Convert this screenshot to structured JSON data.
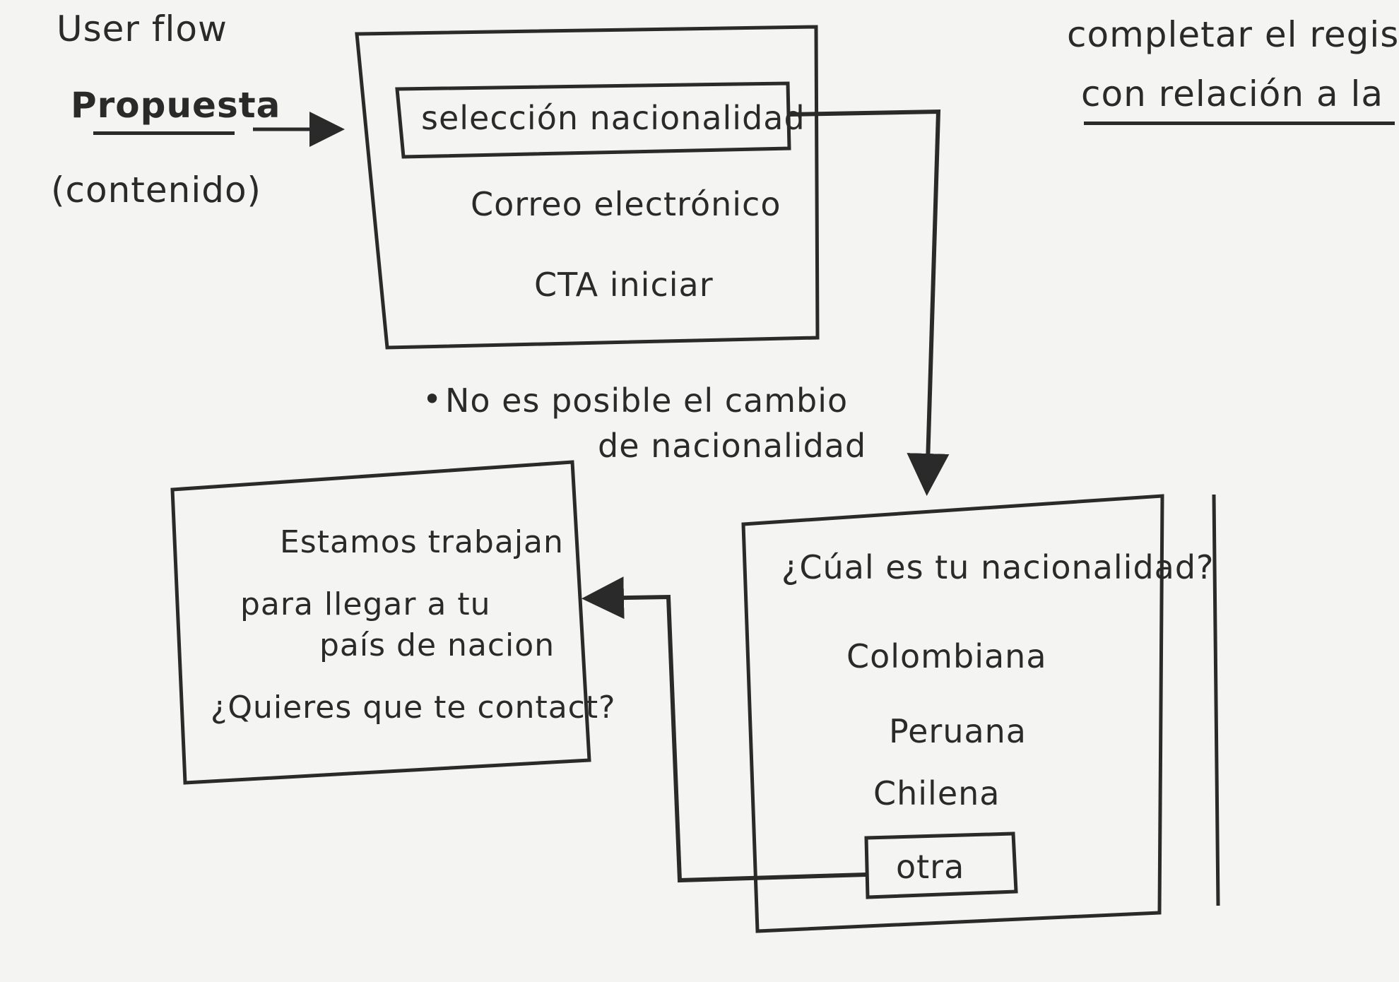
{
  "flow_title": {
    "line1": "User flow",
    "line2": "Propuesta",
    "line3": "(contenido)"
  },
  "top_right_note": {
    "line1": "completar el regist",
    "line2": "con relación a la"
  },
  "screen_start": {
    "field_nationality": "selección nacionalidad",
    "field_email": "Correo electrónico",
    "cta": "CTA iniciar"
  },
  "note_below_start": {
    "bullet": "•",
    "line1": "No es posible el cambio",
    "line2": "de nacionalidad"
  },
  "screen_nationality": {
    "question": "¿Cúal es tu nacionalidad?",
    "options": [
      "Colombiana",
      "Peruana",
      "Chilena"
    ],
    "other_option": "otra"
  },
  "screen_message": {
    "line1": "Estamos trabajan",
    "line2": "para llegar a tu",
    "line3": "país de nacion",
    "line4": "¿Quieres que te contact?"
  },
  "colors": {
    "ink": "#2a2a2a",
    "paper": "#f4f4f2"
  }
}
